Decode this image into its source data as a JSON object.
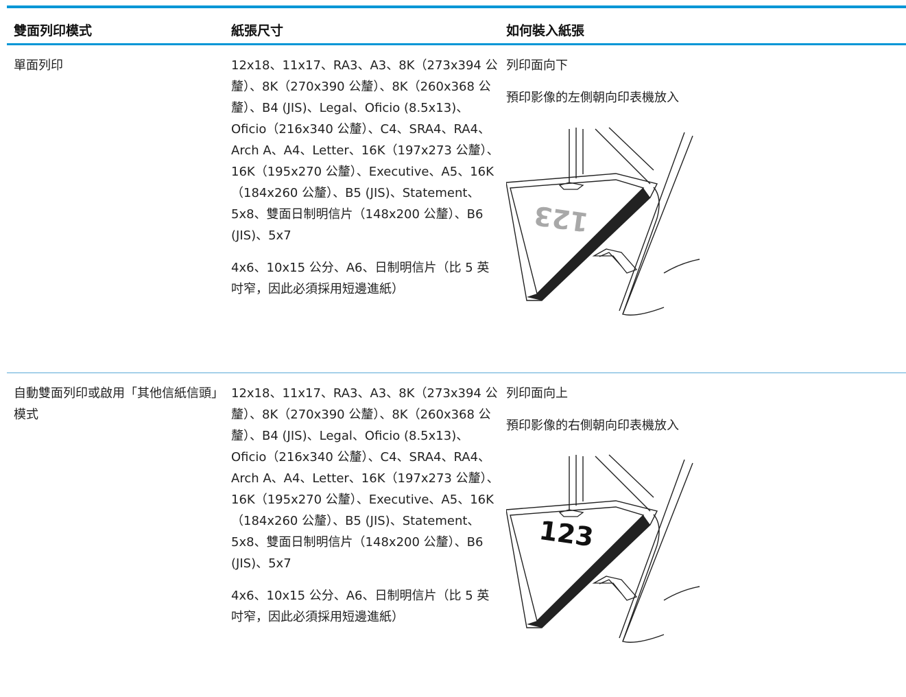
{
  "table": {
    "headers": [
      "雙面列印模式",
      "紙張尺寸",
      "如何裝入紙張"
    ],
    "rows": [
      {
        "mode": "單面列印",
        "sizes_main": "12x18、11x17、RA3、A3、8K（273x394 公釐）、8K（270x390 公釐）、8K（260x368 公釐）、B4 (JIS)、Legal、Oficio (8.5x13)、Oficio（216x340 公釐）、C4、SRA4、RA4、Arch A、A4、Letter、16K（197x273 公釐）、16K（195x270 公釐）、Executive、A5、16K（184x260 公釐）、B5 (JIS)、Statement、5x8、雙面日制明信片（148x200 公釐）、B6 (JIS)、5x7",
        "sizes_small": "4x6、10x15 公分、A6、日制明信片（比 5 英吋窄，因此必須採用短邊進紙）",
        "orientation": "列印面向下",
        "instruction": "預印影像的左側朝向印表機放入",
        "illustration": {
          "label": "123",
          "face": "down"
        }
      },
      {
        "mode": "自動雙面列印或啟用「其他信紙信頭」模式",
        "sizes_main": "12x18、11x17、RA3、A3、8K（273x394 公釐）、8K（270x390 公釐）、8K（260x368 公釐）、B4 (JIS)、Legal、Oficio (8.5x13)、Oficio（216x340 公釐）、C4、SRA4、RA4、Arch A、A4、Letter、16K（197x273 公釐）、16K（195x270 公釐）、Executive、A5、16K（184x260 公釐）、B5 (JIS)、Statement、5x8、雙面日制明信片（148x200 公釐）、B6 (JIS)、5x7",
        "sizes_small": "4x6、10x15 公分、A6、日制明信片（比 5 英吋窄，因此必須採用短邊進紙）",
        "orientation": "列印面向上",
        "instruction": "預印影像的右側朝向印表機放入",
        "illustration": {
          "label": "123",
          "face": "up"
        }
      }
    ]
  },
  "colors": {
    "accent": "#0096d6",
    "text": "#222222"
  }
}
